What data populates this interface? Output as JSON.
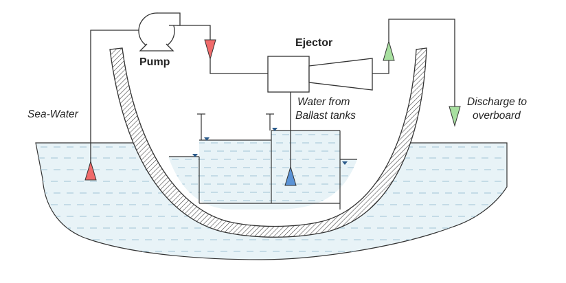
{
  "labels": {
    "pump": "Pump",
    "ejector": "Ejector",
    "sea_water": "Sea-Water",
    "water_from_line1": "Water from",
    "water_from_line2": "Ballast tanks",
    "discharge_line1": "Discharge to",
    "discharge_line2": "overboard"
  },
  "colors": {
    "sea_water": "#e8f3f7",
    "tank_water": "#e8f3f7",
    "water_dash": "#9fc3d6",
    "outline": "#333333",
    "hull_hatch": "#444444",
    "arrow_red": "#f06a6a",
    "arrow_green": "#a8e0a0",
    "arrow_blue": "#5b93d6",
    "level_marker": "#2a5a8a"
  },
  "icons": [
    "pump-icon",
    "ejector-icon",
    "flow-arrow-up-icon",
    "flow-arrow-down-icon",
    "water-level-icon"
  ]
}
